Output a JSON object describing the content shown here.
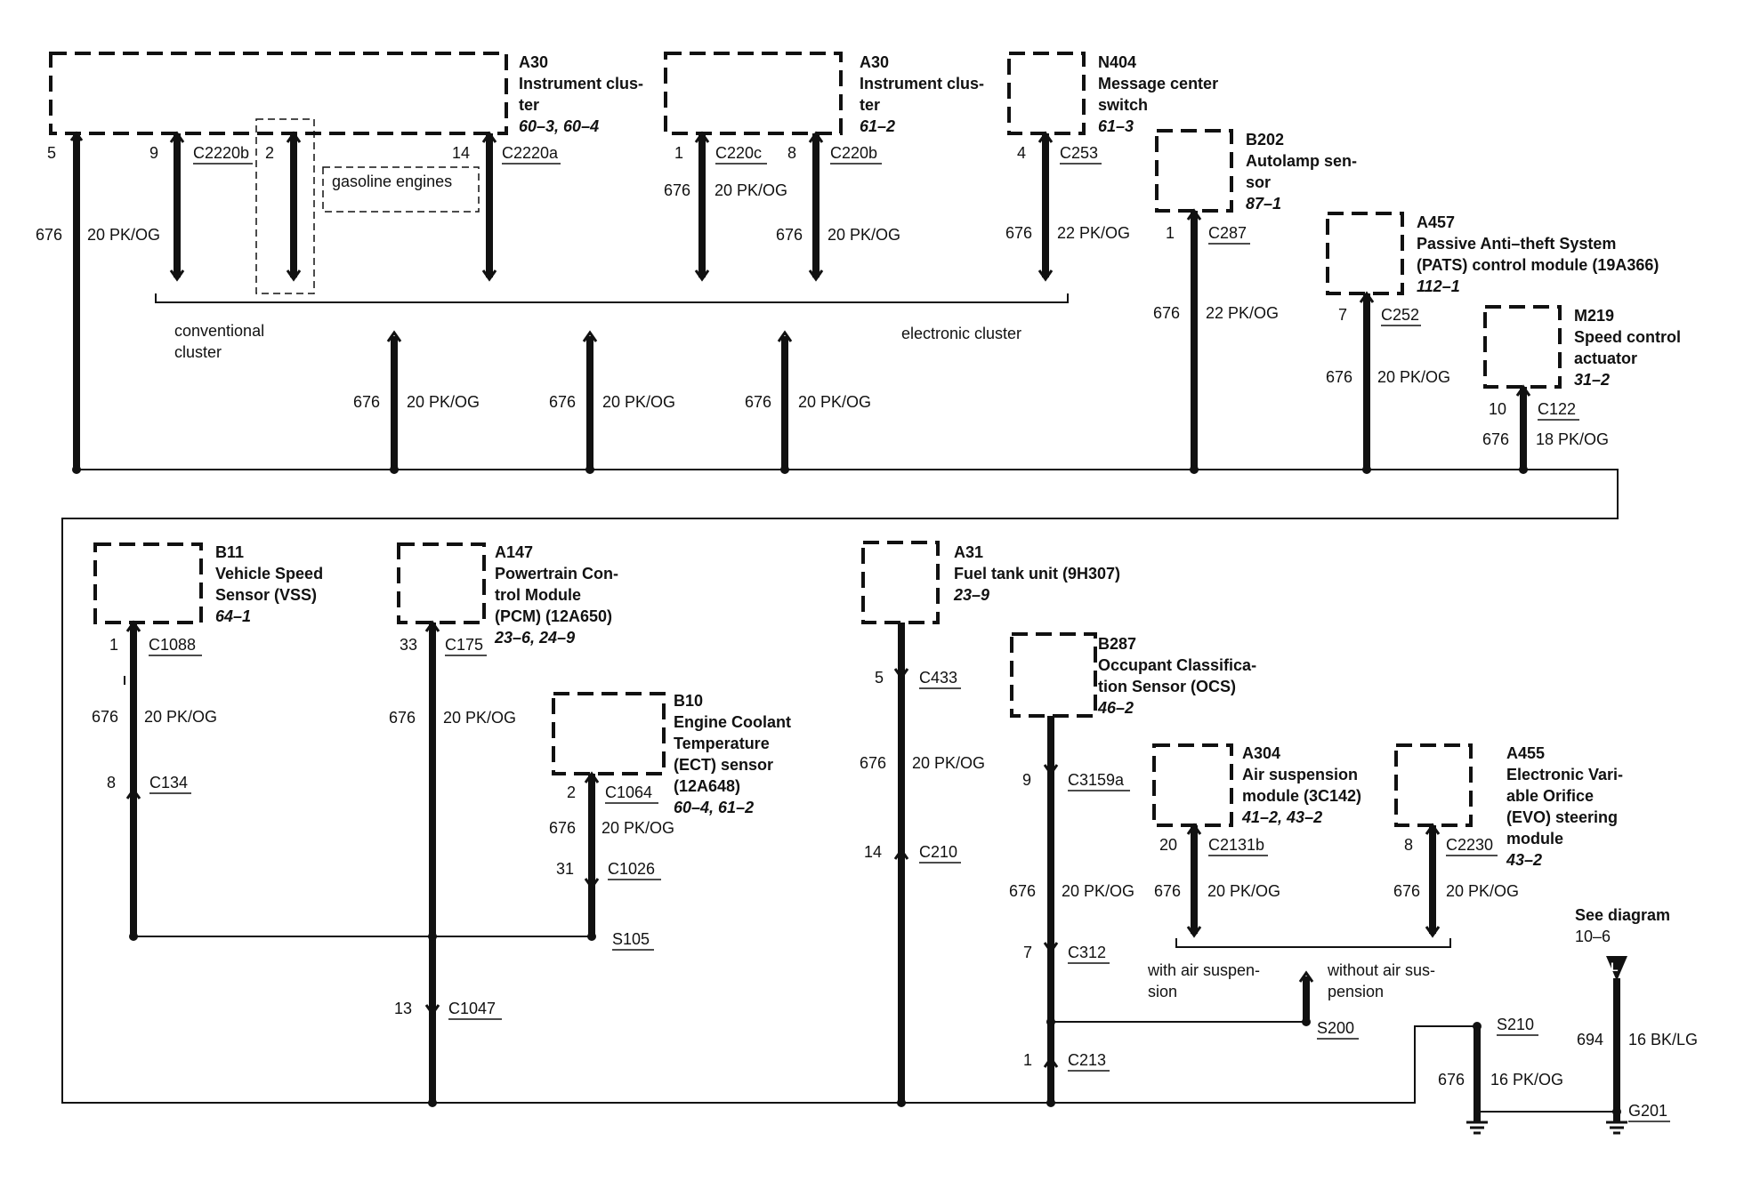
{
  "components": {
    "a30_left": {
      "id": "A30",
      "name_1": "Instrument clus-",
      "name_2": "ter",
      "ref": "60–3, 60–4"
    },
    "a30_right": {
      "id": "A30",
      "name_1": "Instrument clus-",
      "name_2": "ter",
      "ref": "61–2"
    },
    "n404": {
      "id": "N404",
      "name_1": "Message center",
      "name_2": "switch",
      "ref": "61–3"
    },
    "b202": {
      "id": "B202",
      "name_1": "Autolamp sen-",
      "name_2": "sor",
      "ref": "87–1"
    },
    "a457": {
      "id": "A457",
      "name_1": "Passive Anti–theft System",
      "name_2": "(PATS) control module (19A366)",
      "ref": "112–1"
    },
    "m219": {
      "id": "M219",
      "name_1": "Speed control",
      "name_2": "actuator",
      "ref": "31–2"
    },
    "b11": {
      "id": "B11",
      "name_1": "Vehicle Speed",
      "name_2": "Sensor (VSS)",
      "ref": "64–1"
    },
    "a147": {
      "id": "A147",
      "name_1": "Powertrain Con-",
      "name_2": "trol Module",
      "name_3": "(PCM) (12A650)",
      "ref": "23–6, 24–9"
    },
    "b10": {
      "id": "B10",
      "name_1": "Engine Coolant",
      "name_2": "Temperature",
      "name_3": "(ECT) sensor",
      "name_4": "(12A648)",
      "ref": "60–4, 61–2"
    },
    "a31": {
      "id": "A31",
      "name_1": "Fuel tank unit (9H307)",
      "ref": "23–9"
    },
    "b287": {
      "id": "B287",
      "name_1": "Occupant Classifica-",
      "name_2": "tion Sensor (OCS)",
      "ref": "46–2"
    },
    "a304": {
      "id": "A304",
      "name_1": "Air suspension",
      "name_2": "module (3C142)",
      "ref": "41–2, 43–2"
    },
    "a455": {
      "id": "A455",
      "name_1": "Electronic Vari-",
      "name_2": "able Orifice",
      "name_3": "(EVO) steering",
      "name_4": "module",
      "ref": "43–2"
    }
  },
  "pins": {
    "p5": "5",
    "p9": "9",
    "p2": "2",
    "p14": "14",
    "p1a": "1",
    "p8a": "8",
    "p4": "4",
    "p1b": "1",
    "p7": "7",
    "p10": "10",
    "p1c": "1",
    "p8b": "8",
    "p33": "33",
    "p13": "13",
    "p2b": "2",
    "p31": "31",
    "p5b": "5",
    "p14b": "14",
    "p9b": "9",
    "p7b": "7",
    "p1d": "1",
    "p20": "20",
    "p8c": "8"
  },
  "connectors": {
    "c2220b": "C2220b",
    "c2220a": "C2220a",
    "c220c": "C220c",
    "c220b": "C220b",
    "c253": "C253",
    "c287": "C287",
    "c252": "C252",
    "c122": "C122",
    "c1088": "C1088",
    "c134": "C134",
    "c175": "C175",
    "c1047": "C1047",
    "c1064": "C1064",
    "c1026": "C1026",
    "c433": "C433",
    "c210": "C210",
    "c3159a": "C3159a",
    "c312": "C312",
    "c213": "C213",
    "c2131b": "C2131b",
    "c2230": "C2230"
  },
  "splices": {
    "s105": "S105",
    "s200": "S200",
    "s210": "S210",
    "g201": "G201"
  },
  "wires": {
    "circuit": "676",
    "circuit_694": "694",
    "pkog20": "20 PK/OG",
    "pkog22": "22 PK/OG",
    "pkog18": "18 PK/OG",
    "pkog16": "16 PK/OG",
    "bklg16": "16 BK/LG"
  },
  "labels": {
    "gasoline_engines": "gasoline engines",
    "conventional_1": "conventional",
    "conventional_2": "cluster",
    "electronic_cluster": "electronic cluster",
    "with_air_1": "with air suspen-",
    "with_air_2": "sion",
    "without_air_1": "without air sus-",
    "without_air_2": "pension",
    "see_diagram": "See diagram",
    "diagram_ref": "10–6",
    "connector_l": "L"
  }
}
